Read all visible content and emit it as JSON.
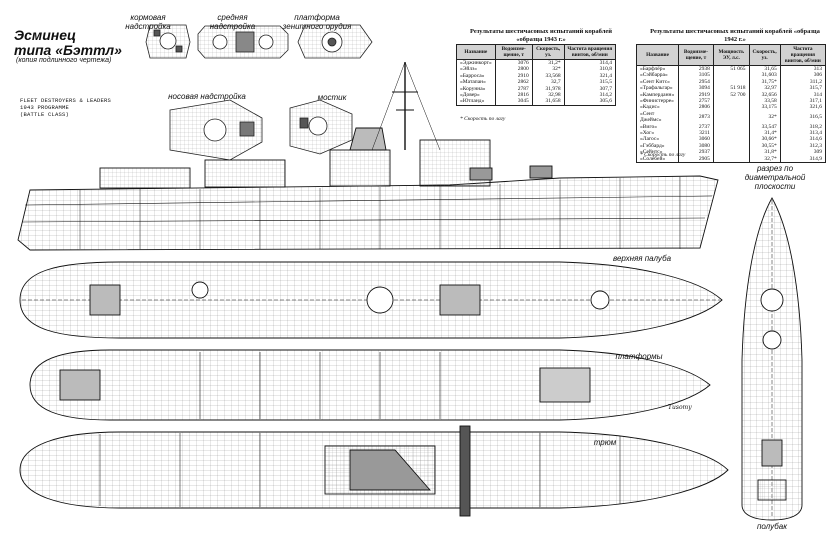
{
  "heading": {
    "line1": "Эсминец",
    "line2": "типа «Бэттл»",
    "subtitle": "(копия подлинного чертежа)"
  },
  "labels": {
    "aft_superstructure": "кормовая надстройка",
    "mid_superstructure": "средняя надстройка",
    "aa_platform": "платформа зенитного орудия",
    "bow_superstructure": "носовая надстройка",
    "bridge": "мостик",
    "upper_deck": "верхняя палуба",
    "platforms": "платформы",
    "hold": "трюм",
    "forecastle": "полубак",
    "section": "разрез по диаметральной плоскости"
  },
  "plan_caption": {
    "line1": "FLEET DESTROYERS & LEADERS",
    "line2": "1943 PROGRAMME",
    "line3": "(BATTLE CLASS)"
  },
  "tables": {
    "t1943": {
      "title": "Результаты шестичасовых испытаний кораблей «образца 1943 г.»",
      "headers": [
        "Название",
        "Водоизме-щение, т",
        "Скорость, уз.",
        "Частота вращения винтов, об/мин"
      ],
      "rows": [
        [
          "«Эджинкорт»",
          "3076",
          "31,2*",
          "314,4"
        ],
        [
          "«Эйлз»",
          "2800",
          "32*",
          "310,8"
        ],
        [
          "«Барроса»",
          "2910",
          "33,568",
          "321,4"
        ],
        [
          "«Матапан»",
          "2862",
          "32,7",
          "315,5"
        ],
        [
          "«Корунна»",
          "2787",
          "31,978",
          "307,7"
        ],
        [
          "«Довер»",
          "2816",
          "32,98",
          "314,2"
        ],
        [
          "«Ютланд»",
          "3045",
          "31,658",
          "305,6"
        ]
      ],
      "note": "* Скорость по лагу"
    },
    "t1942": {
      "title": "Результаты шестичасовых испытаний кораблей «образца 1942 г.»",
      "headers": [
        "Название",
        "Водоизме-щение, т",
        "Мощность ЭУ, л.с.",
        "Скорость, уз.",
        "Частота вращения винтов, об/мин"
      ],
      "rows": [
        [
          "«Барфлёр»",
          "2938",
          "51 065",
          "31,65",
          "313"
        ],
        [
          "«Сэйбарра»",
          "3105",
          "",
          "31,603",
          "306"
        ],
        [
          "«Сент Китс»",
          "2954",
          "",
          "31,75*",
          "311,2"
        ],
        [
          "«Трафальгар»",
          "3094",
          "51 918",
          "32,97",
          "315,7"
        ],
        [
          "«Камперданн»",
          "2919",
          "52 700",
          "32,656",
          "314"
        ],
        [
          "«Финистерре»",
          "2757",
          "",
          "33,58",
          "317,1"
        ],
        [
          "«Кадис»",
          "2806",
          "",
          "33,175",
          "321,6"
        ],
        [
          "«Сент Джеймс»",
          "2873",
          "",
          "32*",
          "316,5"
        ],
        [
          "«Виго»",
          "2737",
          "",
          "33,547",
          "318,2"
        ],
        [
          "«Хог»",
          "3211",
          "",
          "31,4*",
          "313,4"
        ],
        [
          "«Лагос»",
          "3060",
          "",
          "30,66*",
          "314,6"
        ],
        [
          "«Гэббард»",
          "3080",
          "",
          "30,55*",
          "312,3"
        ],
        [
          "«Сейнтс»",
          "2937",
          "",
          "31,8*",
          "309"
        ],
        [
          "«Солебей»",
          "2905",
          "",
          "32,7*",
          "314,9"
        ]
      ],
      "note": "* Скорость по лагу"
    }
  },
  "signature": "Tusomy"
}
